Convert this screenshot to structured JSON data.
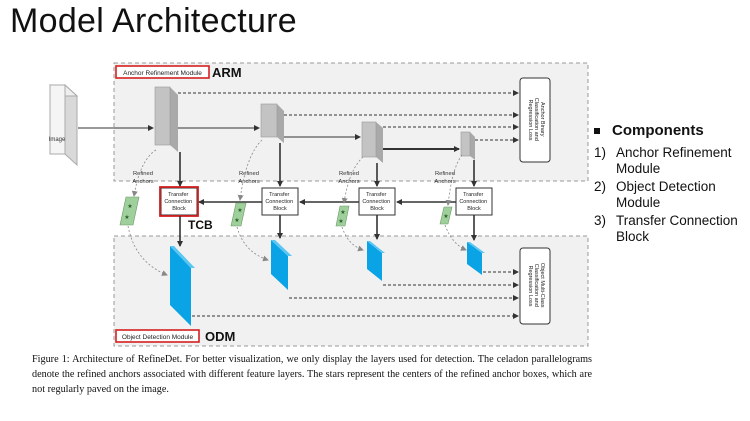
{
  "slide": {
    "title": "Model Architecture"
  },
  "diagram": {
    "arm_box_label": "Anchor Refinement Module",
    "arm_tag": "ARM",
    "odm_box_label": "Object Detection Module",
    "odm_tag": "ODM",
    "tcb_tag": "TCB",
    "image_label": "Image",
    "refined_anchors_label": [
      "Refined",
      "Anchors"
    ],
    "tcb_block_label": [
      "Transfer",
      "Connection",
      "Block"
    ],
    "arm_loss_label": [
      "Anchor Binary",
      "Classification and",
      "Regression Loss"
    ],
    "odm_loss_label": [
      "Object Multi-Class",
      "Classification and",
      "Regression Loss"
    ],
    "colors": {
      "highlight_red": "#d42020",
      "odm_blue": "#0aa3e6",
      "arm_gray": "#b5b5b5",
      "anchor_green": "#9fcf9a"
    }
  },
  "caption": "Figure 1: Architecture of RefineDet. For better visualization, we only display the layers used for detection. The celadon parallelograms denote the refined anchors associated with different feature layers. The stars represent the centers of the refined anchor boxes, which are not regularly paved on the image.",
  "components": {
    "heading": "Components",
    "items": [
      {
        "num": "1)",
        "text": "Anchor Refinement Module"
      },
      {
        "num": "2)",
        "text": "Object Detection Module"
      },
      {
        "num": "3)",
        "text": "Transfer Connection Block"
      }
    ]
  }
}
